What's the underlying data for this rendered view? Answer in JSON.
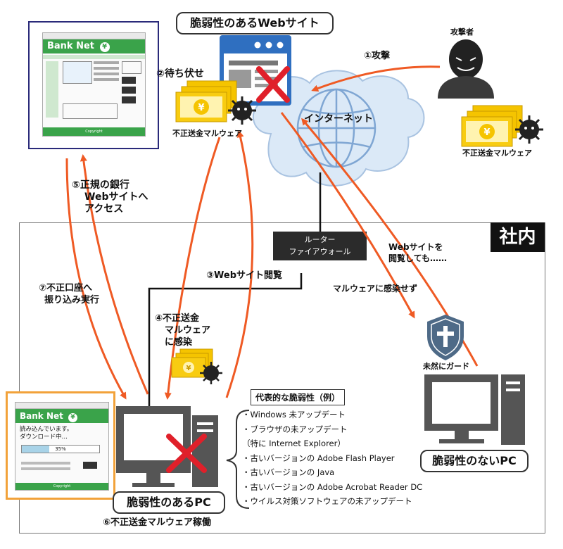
{
  "colors": {
    "arrow": "#ef5a24",
    "cloud": "#dbe9f7",
    "cloud_stroke": "#8fb0d6",
    "gold": "#f5c400",
    "dark": "#222222",
    "pc": "#555555",
    "red_x": "#e0202a",
    "bank_green": "#3aa34a",
    "shield": "#4e6a87"
  },
  "icons": [
    "person-icon",
    "malware-bug-icon",
    "money-icon",
    "shield-icon",
    "globe-cloud-icon",
    "browser-window-icon",
    "desktop-pc-icon",
    "x-mark-icon"
  ],
  "labels": {
    "vuln_site": "脆弱性のあるWebサイト",
    "attacker": "攻撃者",
    "step1": "①攻撃",
    "step2": "②待ち伏せ",
    "malware_site": "不正送金マルウェア",
    "malware_attacker": "不正送金マルウェア",
    "internet": "インターネット",
    "step5": [
      "⑤正規の銀行",
      "Webサイトへ",
      "アクセス"
    ],
    "shanai": "社内",
    "router": [
      "ルーター",
      "ファイアウォール"
    ],
    "browsing_safe": [
      "Webサイトを",
      "閲覧しても……"
    ],
    "step3": "③Webサイト閲覧",
    "not_infected": "マルウェアに感染せず",
    "step7": [
      "⑦不正口座へ",
      "振り込み実行"
    ],
    "step4": [
      "④不正送金",
      "マルウェア",
      "に感染"
    ],
    "guard": "未然にガード",
    "vuln_list_title": "代表的な脆弱性（例）",
    "vuln_list": [
      "・Windows 未アップデート",
      "・ブラウザの未アップデート",
      "（特に Internet Explorer）",
      "・古いバージョンの Adobe Flash Player",
      "・古いバージョンの Java",
      "・古いバージョンの Adobe Acrobat Reader DC",
      "・ウイルス対策ソフトウェアの未アップデート"
    ],
    "vuln_pc": "脆弱性のあるPC",
    "safe_pc": "脆弱性のないPC",
    "step6": "⑥不正送金マルウェア稼働"
  },
  "bank_top": {
    "title": "Bank Net",
    "yen": "¥",
    "footer": "Copyright"
  },
  "bank_bottom": {
    "title": "Bank Net",
    "yen": "¥",
    "reading": "読み込んでいます。",
    "downloading": "ダウンロード中…",
    "progress_label": "35%",
    "progress": 0.35,
    "footer": "Copyright"
  },
  "money_symbol": "¥"
}
